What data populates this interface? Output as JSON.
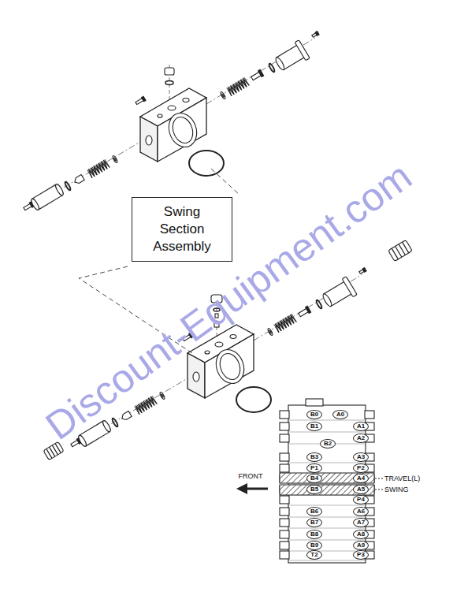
{
  "diagram": {
    "nodes": [
      {
        "text": [
          "Swing Section Assembly"
        ]
      },
      {
        "text": [
          "B0"
        ]
      },
      {
        "text": [
          "A0"
        ]
      },
      {
        "text": [
          "B1"
        ]
      },
      {
        "text": [
          "A1"
        ]
      },
      {
        "text": [
          "A2"
        ]
      },
      {
        "text": [
          "B2"
        ]
      },
      {
        "text": [
          "B3"
        ]
      },
      {
        "text": [
          "A3"
        ]
      },
      {
        "text": [
          "P1"
        ]
      },
      {
        "text": [
          "P2"
        ]
      },
      {
        "text": [
          "B4"
        ]
      },
      {
        "text": [
          "A4"
        ]
      },
      {
        "text": [
          "B5"
        ]
      },
      {
        "text": [
          "A5"
        ]
      },
      {
        "text": [
          "P4"
        ]
      },
      {
        "text": [
          "B6"
        ]
      },
      {
        "text": [
          "A6"
        ]
      },
      {
        "text": [
          "B7"
        ]
      },
      {
        "text": [
          "A7"
        ]
      },
      {
        "text": [
          "B8"
        ]
      },
      {
        "text": [
          "A8"
        ]
      },
      {
        "text": [
          "B9"
        ]
      },
      {
        "text": [
          "A9"
        ]
      },
      {
        "text": [
          "T2"
        ]
      },
      {
        "text": [
          "P3"
        ]
      }
    ],
    "labels": [
      "Discount-Equipment.com",
      "FRONT",
      "TRAVEL(L)",
      "SWING"
    ]
  }
}
